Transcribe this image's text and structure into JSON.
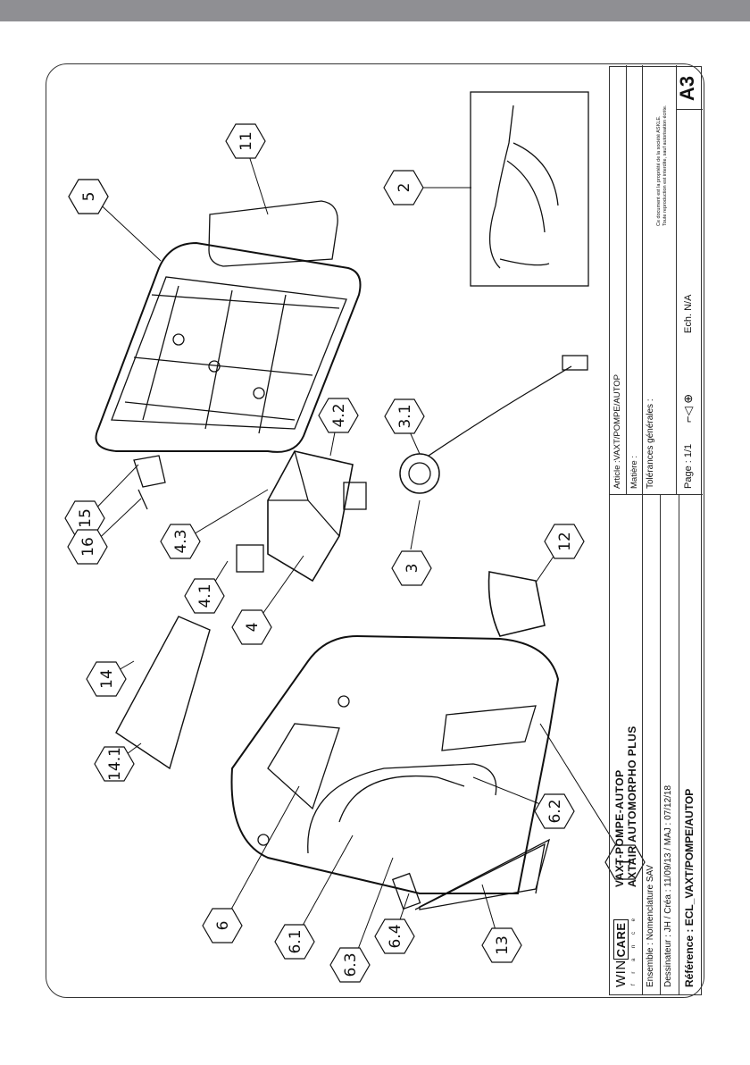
{
  "title_block": {
    "logo_main": "WIN",
    "logo_box": "CARE",
    "logo_sub": "f r a n c e",
    "reference_line1": "VAXT-POMPE-AUTOP",
    "reference_line2": "AXTAIR AUTOMORPHO PLUS",
    "ensemble": "Ensemble : Nomenclature SAV",
    "dessinateur": "Dessinateur : JH / Créa : 11/09/13 / MAJ : 07/12/18",
    "reference": "Référence : ECL_VAXT/POMPE/AUTOP",
    "article": "Article :VAXT/POMPE/AUTOP",
    "matiere": "Matière :",
    "tolerances": "Tolérances générales :",
    "property_note_1": "Ce document est la propriété de la société ASKLE.",
    "property_note_2": "Toute reproduction est interdite, sauf autorisation écrite.",
    "page": "Page : 1/1",
    "echelle": "Ech. N/A",
    "format": "A3"
  },
  "callouts": [
    "1",
    "2",
    "3",
    "3.1",
    "4",
    "4.1",
    "4.2",
    "4.3",
    "5",
    "6",
    "6.1",
    "6.2",
    "6.3",
    "6.4",
    "11",
    "12",
    "13",
    "14",
    "14.1",
    "15",
    "16"
  ]
}
